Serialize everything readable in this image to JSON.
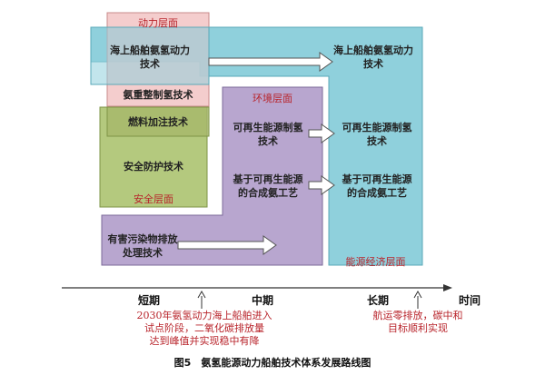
{
  "layers": {
    "power": "动力层面",
    "environment": "环境层面",
    "safety": "安全层面",
    "energy_economy": "能源经济层面"
  },
  "techs": {
    "left_ship_ammonia_power": "海上船舶氨氢动力\n技术",
    "right_ship_ammonia_power": "海上船舶氨氢动力\n技术",
    "ammonia_reforming": "氨重整制氢技术",
    "fuel_refueling": "燃料加注技术",
    "safety_protection": "安全防护技术",
    "mid_renewable_hydrogen": "可再生能源制氢\n技术",
    "right_renewable_hydrogen": "可再生能源制氢\n技术",
    "mid_renewable_ammonia": "基于可再生能源\n的合成氨工艺",
    "right_renewable_ammonia": "基于可再生能源\n的合成氨工艺",
    "pollutant_treatment": "有害污染物排放\n处理技术"
  },
  "timeline": {
    "short": "短期",
    "mid": "中期",
    "long": "长期",
    "time": "时间"
  },
  "notes": {
    "year_2030": "2030年氨氢动力海上船舶进入\n试点阶段，二氧化碳排放量\n达到峰值并实现稳中有降",
    "long_term": "航运零排放，碳中和\n目标顺利实现"
  },
  "caption": "图5　氨氢能源动力船舶技术体系发展路线图",
  "colors": {
    "power_fill": "#f2c4c4",
    "power_border": "#c98a8a",
    "blue_fill": "#8fd0dc",
    "blue_border": "#5aa9b8",
    "purple_fill": "#b8a6cf",
    "purple_border": "#7b6a9a",
    "green_fill": "#b4c97e",
    "green_border": "#7e9447",
    "arrow_fill": "#ffffff",
    "arrow_stroke": "#555555",
    "label_red": "#b8232a"
  }
}
